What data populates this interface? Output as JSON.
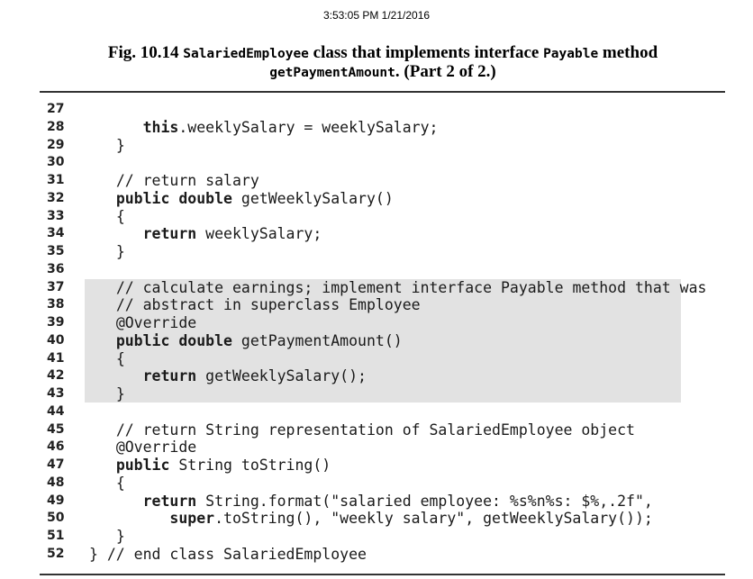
{
  "timestamp": "3:53:05 PM 1/21/2016",
  "caption": {
    "prefix": "Fig. 10.14 ",
    "class_name": "SalariedEmployee",
    "middle": " class that implements interface ",
    "interface_name": "Payable",
    "suffix": " method",
    "method_name": "getPaymentAmount",
    "ending": ". (Part 2 of 2.)"
  },
  "code_lines": [
    {
      "n": "27",
      "indent": "",
      "tokens": []
    },
    {
      "n": "28",
      "indent": "      ",
      "tokens": [
        {
          "t": "this",
          "kw": true
        },
        {
          "t": ".weeklySalary = weeklySalary;"
        }
      ]
    },
    {
      "n": "29",
      "indent": "   ",
      "tokens": [
        {
          "t": "}"
        }
      ]
    },
    {
      "n": "30",
      "indent": "",
      "tokens": []
    },
    {
      "n": "31",
      "indent": "   ",
      "tokens": [
        {
          "t": "// return salary"
        }
      ]
    },
    {
      "n": "32",
      "indent": "   ",
      "tokens": [
        {
          "t": "public",
          "kw": true
        },
        {
          "t": " "
        },
        {
          "t": "double",
          "kw": true
        },
        {
          "t": " getWeeklySalary()"
        }
      ]
    },
    {
      "n": "33",
      "indent": "   ",
      "tokens": [
        {
          "t": "{"
        }
      ]
    },
    {
      "n": "34",
      "indent": "      ",
      "tokens": [
        {
          "t": "return",
          "kw": true
        },
        {
          "t": " weeklySalary;"
        }
      ]
    },
    {
      "n": "35",
      "indent": "   ",
      "tokens": [
        {
          "t": "}"
        }
      ]
    },
    {
      "n": "36",
      "indent": "",
      "tokens": []
    },
    {
      "n": "37",
      "indent": "   ",
      "tokens": [
        {
          "t": "// calculate earnings; implement interface Payable method that was"
        }
      ]
    },
    {
      "n": "38",
      "indent": "   ",
      "tokens": [
        {
          "t": "// abstract in superclass Employee"
        }
      ]
    },
    {
      "n": "39",
      "indent": "   ",
      "tokens": [
        {
          "t": "@Override"
        }
      ]
    },
    {
      "n": "40",
      "indent": "   ",
      "tokens": [
        {
          "t": "public",
          "kw": true
        },
        {
          "t": " "
        },
        {
          "t": "double",
          "kw": true
        },
        {
          "t": " getPaymentAmount()"
        }
      ]
    },
    {
      "n": "41",
      "indent": "   ",
      "tokens": [
        {
          "t": "{"
        }
      ]
    },
    {
      "n": "42",
      "indent": "      ",
      "tokens": [
        {
          "t": "return",
          "kw": true
        },
        {
          "t": " getWeeklySalary();"
        }
      ]
    },
    {
      "n": "43",
      "indent": "   ",
      "tokens": [
        {
          "t": "}"
        }
      ]
    },
    {
      "n": "44",
      "indent": "",
      "tokens": []
    },
    {
      "n": "45",
      "indent": "   ",
      "tokens": [
        {
          "t": "// return String representation of SalariedEmployee object"
        }
      ]
    },
    {
      "n": "46",
      "indent": "   ",
      "tokens": [
        {
          "t": "@Override"
        }
      ]
    },
    {
      "n": "47",
      "indent": "   ",
      "tokens": [
        {
          "t": "public",
          "kw": true
        },
        {
          "t": " String toString()"
        }
      ]
    },
    {
      "n": "48",
      "indent": "   ",
      "tokens": [
        {
          "t": "{"
        }
      ]
    },
    {
      "n": "49",
      "indent": "      ",
      "tokens": [
        {
          "t": "return",
          "kw": true
        },
        {
          "t": " String.format(\"salaried employee: %s%n%s: $%,.2f\","
        }
      ]
    },
    {
      "n": "50",
      "indent": "         ",
      "tokens": [
        {
          "t": "super",
          "kw": true
        },
        {
          "t": ".toString(), \"weekly salary\", getWeeklySalary());"
        }
      ]
    },
    {
      "n": "51",
      "indent": "   ",
      "tokens": [
        {
          "t": "}"
        }
      ]
    },
    {
      "n": "52",
      "indent": "",
      "tokens": [
        {
          "t": "} // end class SalariedEmployee"
        }
      ]
    }
  ]
}
